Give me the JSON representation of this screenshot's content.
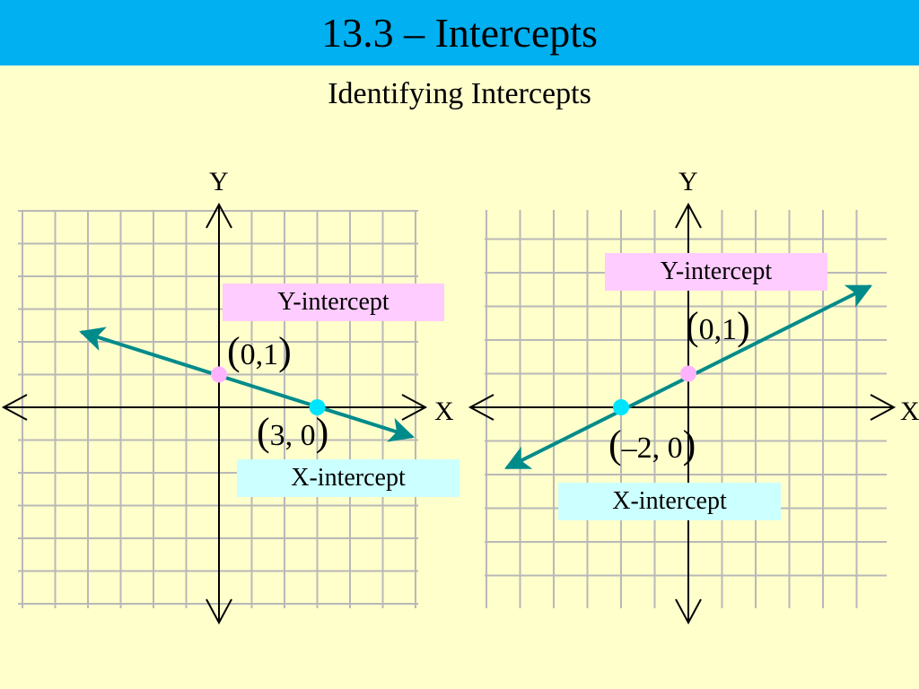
{
  "slide": {
    "title": "13.3 – Intercepts",
    "subtitle": "Identifying Intercepts"
  },
  "graphs": [
    {
      "y_axis_label": "Y",
      "x_axis_label": "X",
      "y_intercept_label": "Y-intercept",
      "x_intercept_label": "X-intercept",
      "y_point": {
        "open": "(",
        "coords": "0,1",
        "close": ")",
        "x": 0,
        "y": 1
      },
      "x_point": {
        "open": "(",
        "coords": "3, 0",
        "close": ")",
        "x": 3,
        "y": 0
      },
      "line_color": "#008b8b",
      "y_point_color": "#ffb3ff",
      "x_point_color": "#00e5ff"
    },
    {
      "y_axis_label": "Y",
      "x_axis_label": "X",
      "y_intercept_label": "Y-intercept",
      "x_intercept_label": "X-intercept",
      "y_point": {
        "open": "(",
        "coords": "0,1",
        "close": ")",
        "x": 0,
        "y": 1
      },
      "x_point": {
        "open": "(",
        "coords": "–2, 0",
        "close": ")",
        "x": -2,
        "y": 0
      },
      "line_color": "#008b8b",
      "y_point_color": "#ffb3ff",
      "x_point_color": "#00e5ff"
    }
  ]
}
